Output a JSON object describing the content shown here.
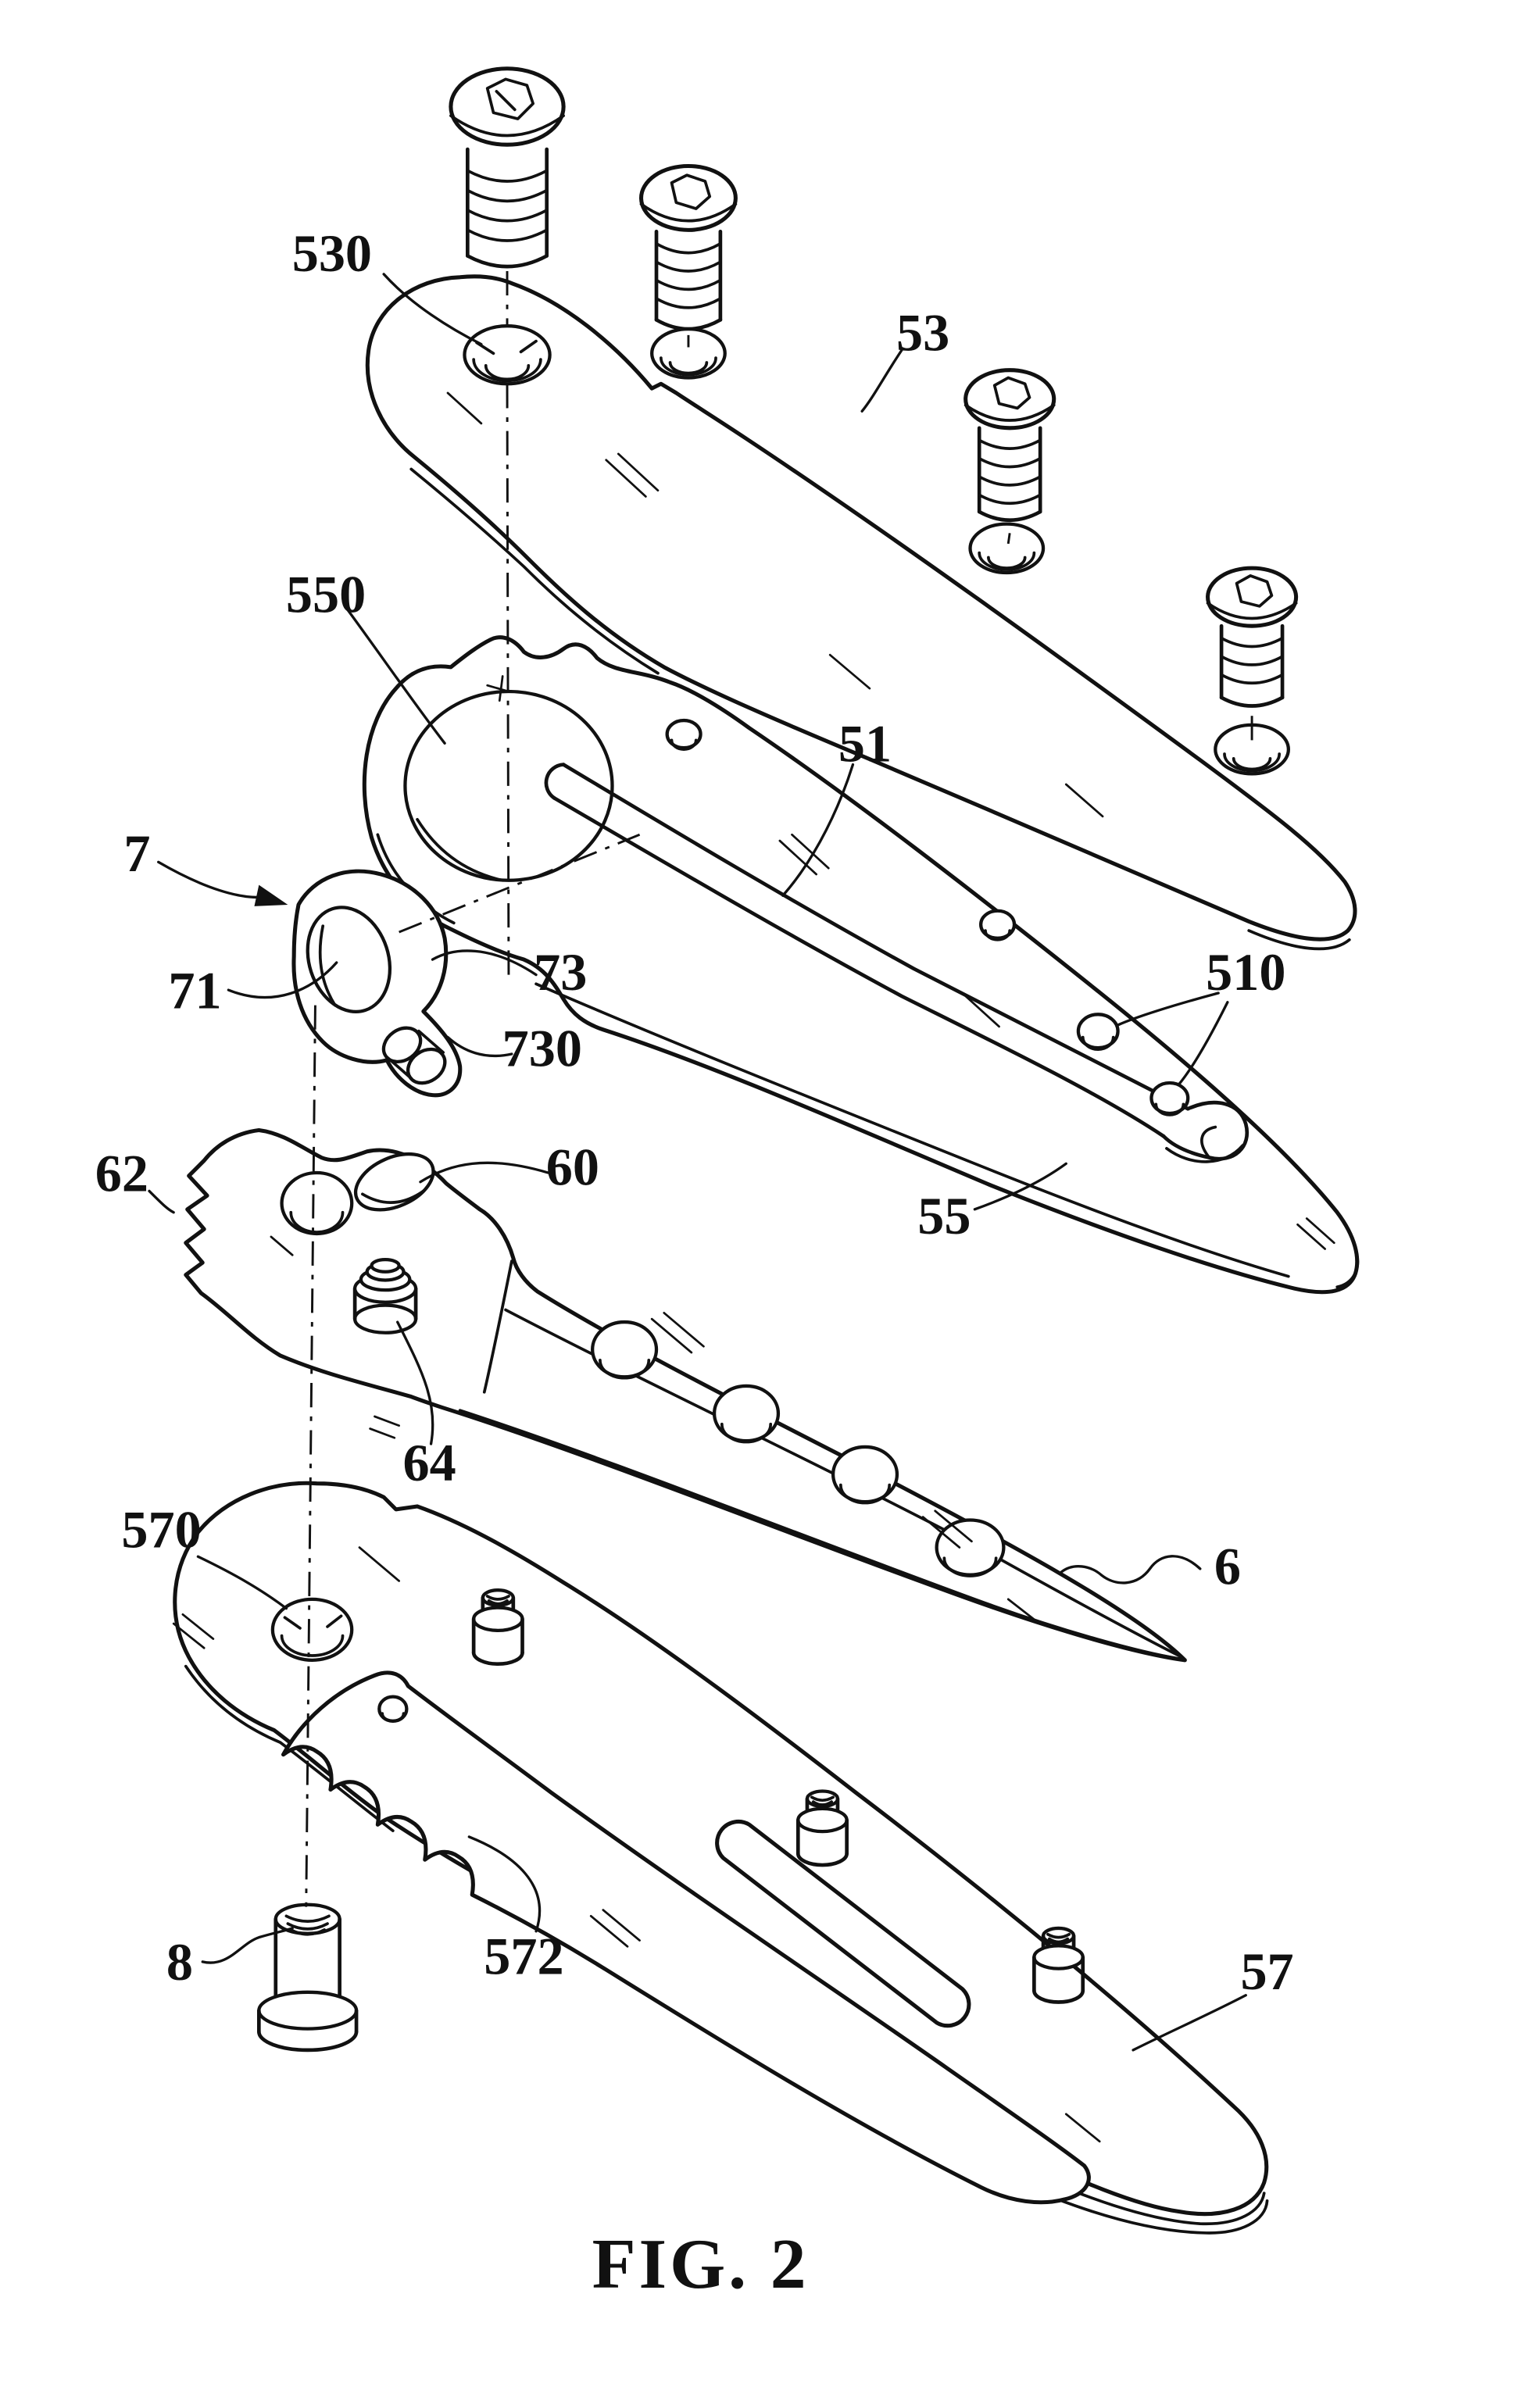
{
  "figure": {
    "caption": "FIG. 2",
    "labels": {
      "53": "53",
      "530": "530",
      "550": "550",
      "51": "51",
      "510": "510",
      "55": "55",
      "7": "7",
      "71": "71",
      "73": "73",
      "730": "730",
      "62": "62",
      "60": "60",
      "64": "64",
      "6": "6",
      "570": "570",
      "572": "572",
      "57": "57",
      "8": "8"
    },
    "colors": {
      "ink": "#111111",
      "paper": "#ffffff"
    }
  }
}
